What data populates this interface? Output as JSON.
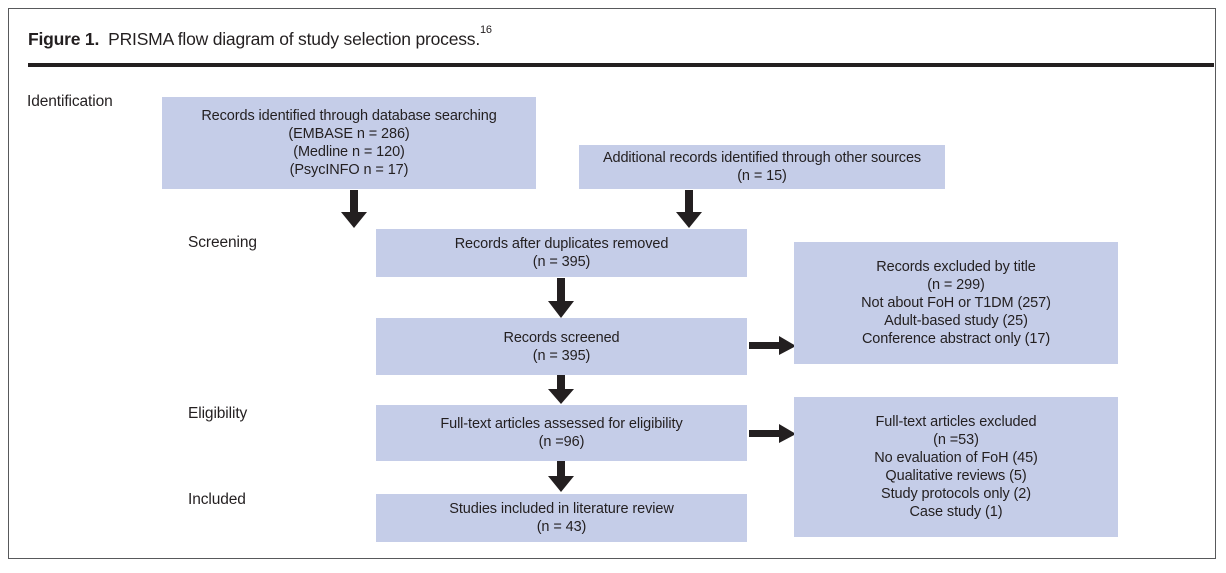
{
  "figure": {
    "label": "Figure 1.",
    "caption": "PRISMA flow diagram of study selection process.",
    "reference_superscript": "16"
  },
  "colors": {
    "box_fill": "#c5cde8",
    "text": "#231f20",
    "rule": "#231f20",
    "frame_border": "#58595b"
  },
  "stages": [
    {
      "id": "identification",
      "label": "Identification"
    },
    {
      "id": "screening",
      "label": "Screening"
    },
    {
      "id": "eligibility",
      "label": "Eligibility"
    },
    {
      "id": "included",
      "label": "Included"
    }
  ],
  "boxes": {
    "database_records": {
      "lines": [
        "Records identified through database searching",
        "(EMBASE n = 286)",
        "(Medline n = 120)",
        "(PsycINFO n = 17)"
      ]
    },
    "other_sources": {
      "lines": [
        "Additional records identified through other sources",
        "(n = 15)"
      ]
    },
    "duplicates_removed": {
      "lines": [
        "Records after duplicates removed",
        "(n = 395)"
      ]
    },
    "records_screened": {
      "lines": [
        "Records screened",
        "(n = 395)"
      ]
    },
    "excluded_by_title": {
      "lines": [
        "Records excluded by title",
        "(n = 299)",
        "Not about FoH or T1DM (257)",
        "Adult-based study (25)",
        "Conference abstract only (17)"
      ]
    },
    "fulltext_assessed": {
      "lines": [
        "Full-text articles assessed for eligibility",
        "(n =96)"
      ]
    },
    "fulltext_excluded": {
      "lines": [
        "Full-text articles excluded",
        "(n =53)",
        "No evaluation of FoH (45)",
        "Qualitative reviews (5)",
        "Study protocols only (2)",
        "Case study (1)"
      ]
    },
    "studies_included": {
      "lines": [
        "Studies included in literature review",
        "(n = 43)"
      ]
    }
  },
  "flow_counts": {
    "embase": 286,
    "medline": 120,
    "psycinfo": 17,
    "other_sources": 15,
    "after_duplicates": 395,
    "screened": 395,
    "excluded_by_title": 299,
    "excluded_not_about_foh_t1dm": 257,
    "excluded_adult_based": 25,
    "excluded_conference_abstract": 17,
    "fulltext_assessed": 96,
    "fulltext_excluded": 53,
    "excluded_no_evaluation_foh": 45,
    "excluded_qualitative_reviews": 5,
    "excluded_study_protocols": 2,
    "excluded_case_study": 1,
    "included": 43
  }
}
